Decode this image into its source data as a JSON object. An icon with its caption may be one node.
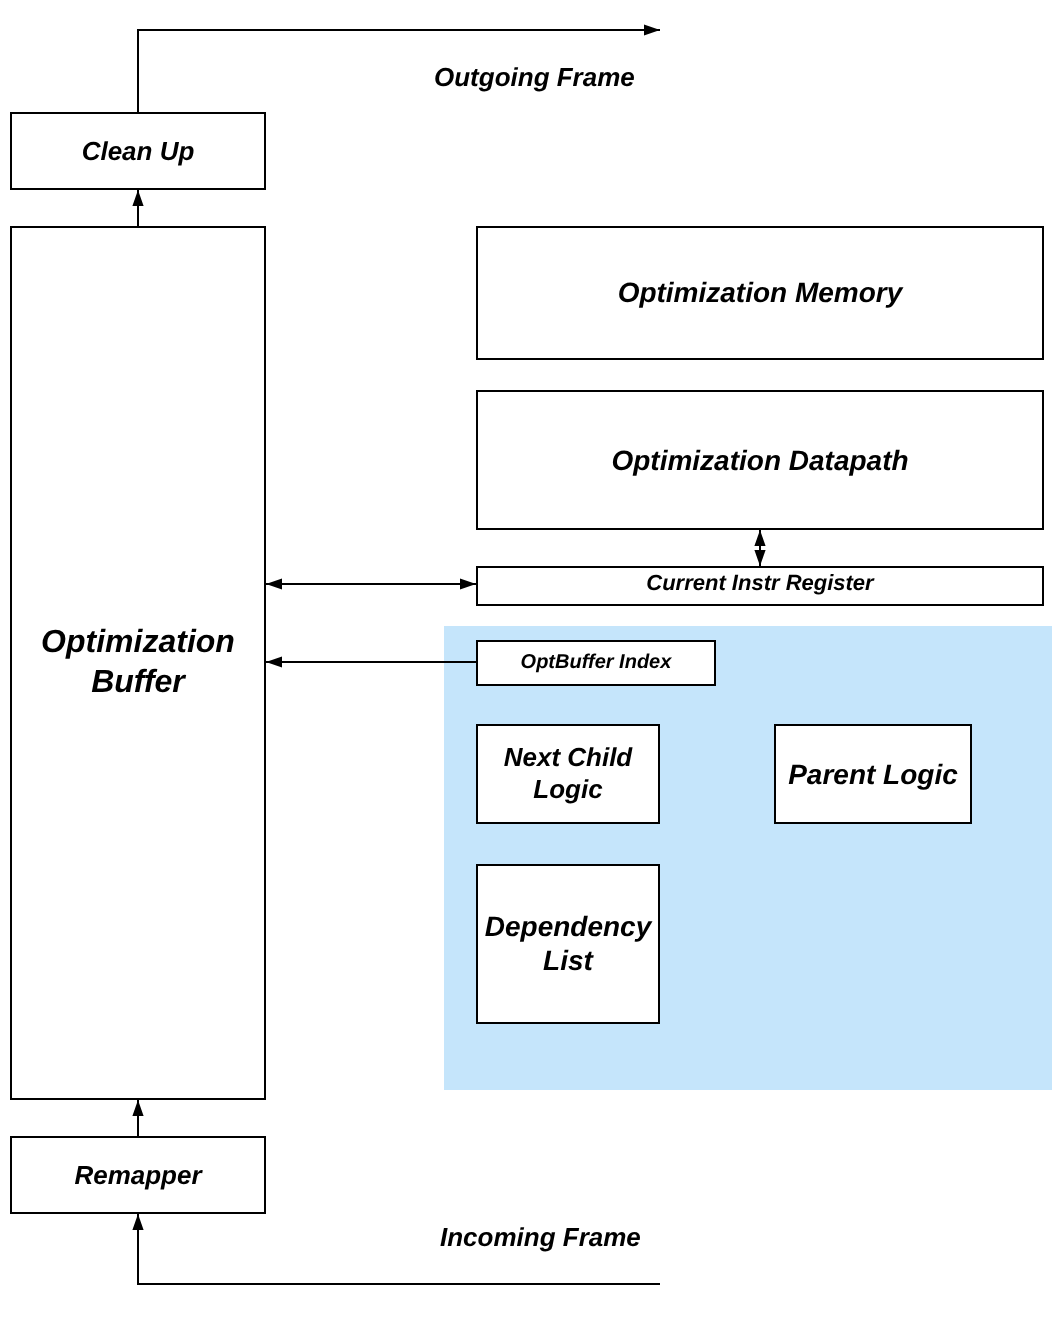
{
  "diagram": {
    "nodes": [
      {
        "text": [
          "Clean Up"
        ]
      },
      {
        "text": [
          "Optimization Buffer"
        ]
      },
      {
        "text": [
          "Optimization Memory"
        ]
      },
      {
        "text": [
          "Optimization Datapath"
        ]
      },
      {
        "text": [
          "Current Instr Register"
        ]
      },
      {
        "text": [],
        "shape": "box"
      },
      {
        "text": [
          "OptBuffer Index"
        ],
        "in": 5
      },
      {
        "text": [
          "Next Child Logic"
        ],
        "in": 5
      },
      {
        "text": [
          "Parent Logic"
        ],
        "in": 5
      },
      {
        "text": [
          "Dependency List"
        ],
        "in": 5
      },
      {
        "text": [
          "Remapper"
        ]
      }
    ],
    "edges": [
      {
        "from": 0,
        "to": null,
        "arrow": "to",
        "label": "Outgoing Frame"
      },
      {
        "from": null,
        "to": 10,
        "arrow": "to",
        "label": "Incoming Frame"
      },
      {
        "from": 1,
        "to": 0,
        "arrow": "to"
      },
      {
        "from": 3,
        "to": 4,
        "arrow": "both"
      },
      {
        "from": 1,
        "to": 4,
        "arrow": "both"
      },
      {
        "from": 6,
        "to": 1,
        "arrow": "to"
      },
      {
        "from": 10,
        "to": 1,
        "arrow": "to"
      }
    ]
  }
}
